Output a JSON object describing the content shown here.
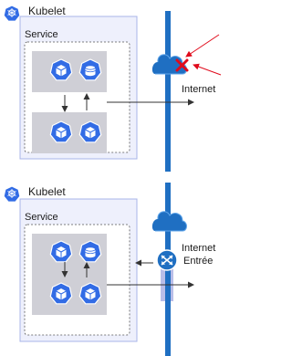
{
  "panels": [
    {
      "kubelet_label": "Kubelet",
      "kubelet_badge_text": "kubelet",
      "service_label": "Service",
      "internet_label": "Internet",
      "blocked_marker": "red-x",
      "colors": {
        "network": "#1f6fc2",
        "blocked": "#e00b1c",
        "ingress_band": "#b9bde8"
      }
    },
    {
      "kubelet_label": "Kubelet",
      "kubelet_badge_text": "kubelet",
      "service_label": "Service",
      "internet_label": "Internet",
      "ingress_label": "Entrée",
      "colors": {
        "network": "#1f6fc2",
        "ingress_band": "#b9bde8"
      }
    }
  ],
  "icons": [
    "kubernetes-badge-icon",
    "pod-cube-icon",
    "pod-disk-icon",
    "cloud-icon",
    "ingress-router-icon",
    "arrow-icon"
  ]
}
